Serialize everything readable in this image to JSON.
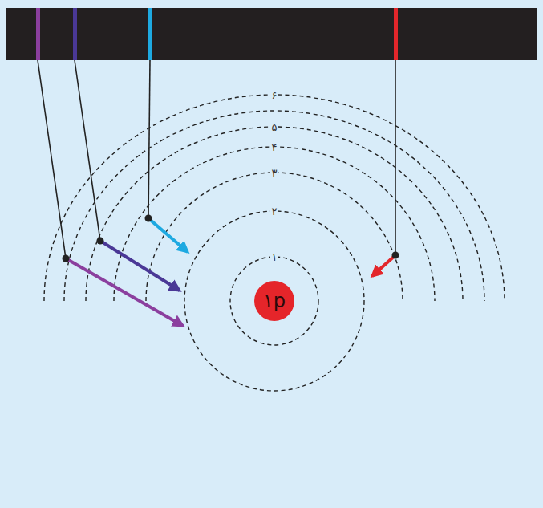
{
  "diagram": {
    "nodes": [
      {
        "text": [
          "۱p"
        ]
      }
    ],
    "labels": [
      "۶",
      "۵",
      "۴",
      "۳",
      "۲",
      "۱"
    ]
  }
}
